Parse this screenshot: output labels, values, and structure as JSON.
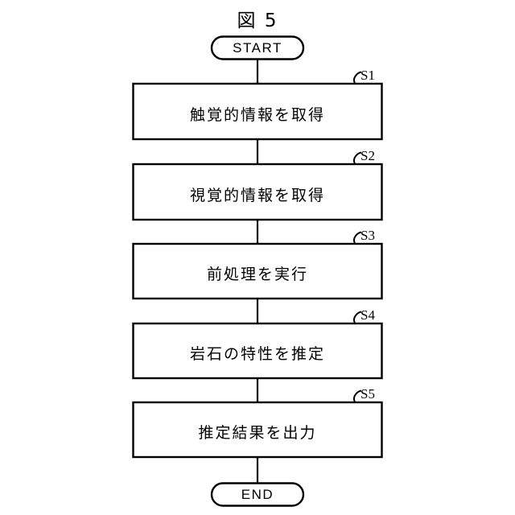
{
  "figure": {
    "title": "図 5",
    "background_color": "#ffffff",
    "stroke_color": "#000000"
  },
  "chart_data": {
    "type": "diagram",
    "diagram_kind": "flowchart",
    "orientation": "vertical",
    "title": "図 5",
    "nodes": [
      {
        "id": "start",
        "shape": "terminator",
        "label": "START",
        "ref": ""
      },
      {
        "id": "s1",
        "shape": "process",
        "label": "触覚的情報を取得",
        "ref": "S1"
      },
      {
        "id": "s2",
        "shape": "process",
        "label": "視覚的情報を取得",
        "ref": "S2"
      },
      {
        "id": "s3",
        "shape": "process",
        "label": "前処理を実行",
        "ref": "S3"
      },
      {
        "id": "s4",
        "shape": "process",
        "label": "岩石の特性を推定",
        "ref": "S4"
      },
      {
        "id": "s5",
        "shape": "process",
        "label": "推定結果を出力",
        "ref": "S5"
      },
      {
        "id": "end",
        "shape": "terminator",
        "label": "END",
        "ref": ""
      }
    ],
    "edges": [
      {
        "from": "start",
        "to": "s1"
      },
      {
        "from": "s1",
        "to": "s2"
      },
      {
        "from": "s2",
        "to": "s3"
      },
      {
        "from": "s3",
        "to": "s4"
      },
      {
        "from": "s4",
        "to": "s5"
      },
      {
        "from": "s5",
        "to": "end"
      }
    ]
  },
  "terminators": {
    "start": {
      "label": "START"
    },
    "end": {
      "label": "END"
    }
  },
  "steps": [
    {
      "ref": "S1",
      "label": "触覚的情報を取得"
    },
    {
      "ref": "S2",
      "label": "視覚的情報を取得"
    },
    {
      "ref": "S3",
      "label": "前処理を実行"
    },
    {
      "ref": "S4",
      "label": "岩石の特性を推定"
    },
    {
      "ref": "S5",
      "label": "推定結果を出力"
    }
  ]
}
